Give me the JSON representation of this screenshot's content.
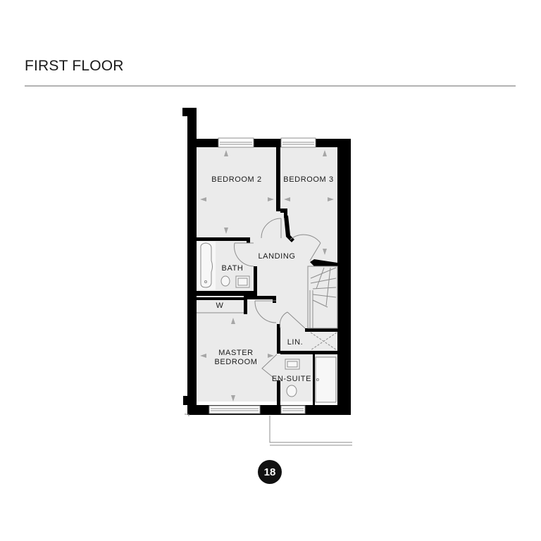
{
  "header": {
    "title": "FIRST FLOOR"
  },
  "rooms": [
    {
      "id": "bedroom-2",
      "label": "BEDROOM 2"
    },
    {
      "id": "bedroom-3",
      "label": "BEDROOM 3"
    },
    {
      "id": "landing",
      "label": "LANDING"
    },
    {
      "id": "bath",
      "label": "BATH"
    },
    {
      "id": "wardrobe",
      "label": "W"
    },
    {
      "id": "linen",
      "label": "LIN."
    },
    {
      "id": "master-bedroom",
      "label_line1": "MASTER",
      "label_line2": "BEDROOM"
    },
    {
      "id": "en-suite",
      "label": "EN-SUITE"
    }
  ],
  "plot_badge": {
    "number": "18"
  },
  "colors": {
    "wall": "#000000",
    "floor": "#ebebeb",
    "fixture_stroke": "#8c8c8c",
    "arrow": "#a6a6a6",
    "rule": "#b3b3b3",
    "badge_bg": "#111111"
  }
}
